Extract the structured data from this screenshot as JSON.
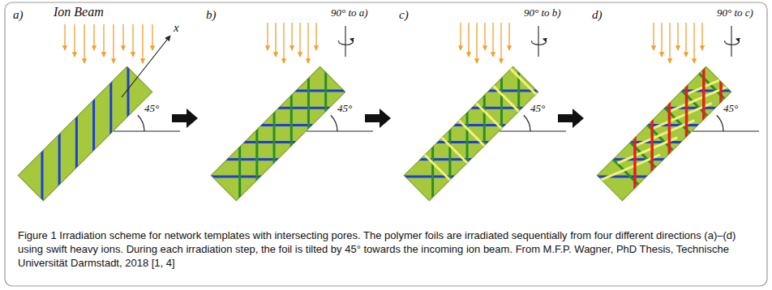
{
  "diagram": {
    "caption": "Figure 1 Irradiation scheme for network templates with intersecting pores. The polymer foils are irradiated sequentially from four different directions (a)–(d) using swift heavy ions. During each irradiation step, the foil is tilted by 45° towards the incoming ion beam. From M.F.P. Wagner, PhD Thesis, Technische Universität Darmstadt, 2018 [1, 4]",
    "labels": [
      "a)",
      "Ion Beam",
      "x",
      "45°",
      "b)",
      "90° to a)",
      "45°",
      "c)",
      "90° to b)",
      "45°",
      "d)",
      "90° to c)",
      "45°"
    ]
  }
}
